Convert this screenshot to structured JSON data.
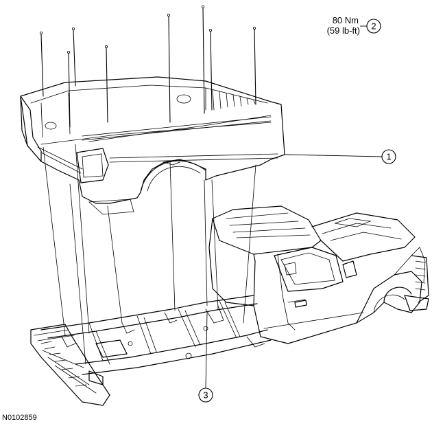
{
  "figure_id": "N0102859",
  "torque": {
    "line1": "80 Nm",
    "line2": "(59 lb-ft)"
  },
  "callouts": [
    {
      "number": "1"
    },
    {
      "number": "2"
    },
    {
      "number": "3"
    }
  ]
}
